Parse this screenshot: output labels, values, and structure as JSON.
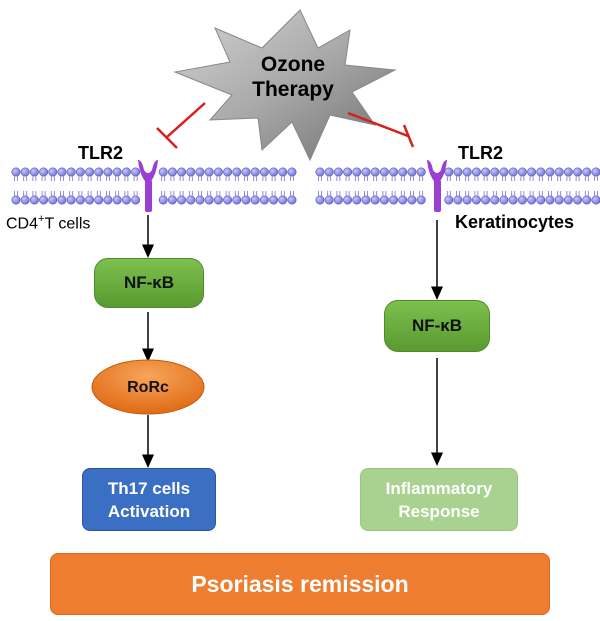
{
  "title": {
    "line1": "Ozone",
    "line2": "Therapy"
  },
  "left": {
    "receptor": "TLR2",
    "cell_pre": "CD4",
    "cell_sup": "+",
    "cell_post": "T cells",
    "node1": "NF-κB",
    "node2": "RoRc",
    "outcome_line1": "Th17 cells",
    "outcome_line2": "Activation"
  },
  "right": {
    "receptor": "TLR2",
    "cell": "Keratinocytes",
    "node1": "NF-κB",
    "outcome_line1": "Inflammatory",
    "outcome_line2": "Response"
  },
  "result": "Psoriasis remission",
  "colors": {
    "starburst": "#a9a9a9",
    "inhibit": "#d62020",
    "membrane": "#8080e0",
    "receptor": "#9a3fd1",
    "nfkb": "#6aaa3a",
    "rorc": "#ee7a22",
    "th17": "#3a6fc4",
    "inflammatory": "#a9d290",
    "result": "#ee7d2f"
  },
  "icons": {
    "membrane": "lipid-bilayer-icon",
    "receptor": "tlr2-receptor-icon",
    "burst": "starburst-icon"
  }
}
